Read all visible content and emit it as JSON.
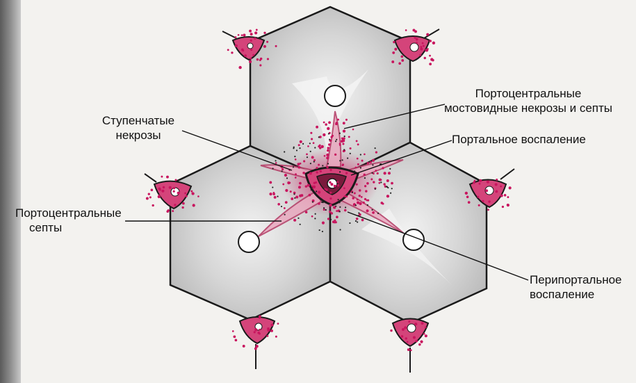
{
  "labels": {
    "stepped_necrosis": [
      "Ступенчатые",
      "некрозы"
    ],
    "portocentral_bridging": [
      "Портоцентральные",
      "мостовидные некрозы и септы"
    ],
    "portal_inflammation": [
      "Портальное воспаление"
    ],
    "portocentral_septa": [
      "Портоцентральные",
      "септы"
    ],
    "periportal_inflammation": [
      "Перипортальное",
      "воспаление"
    ]
  },
  "colors": {
    "outline": "#1a1a1a",
    "lobule_fill": "#cfcfcf",
    "portal_tract": "#d4447a",
    "inflammation_dots": "#c8155e",
    "background": "#f3f2ef"
  }
}
